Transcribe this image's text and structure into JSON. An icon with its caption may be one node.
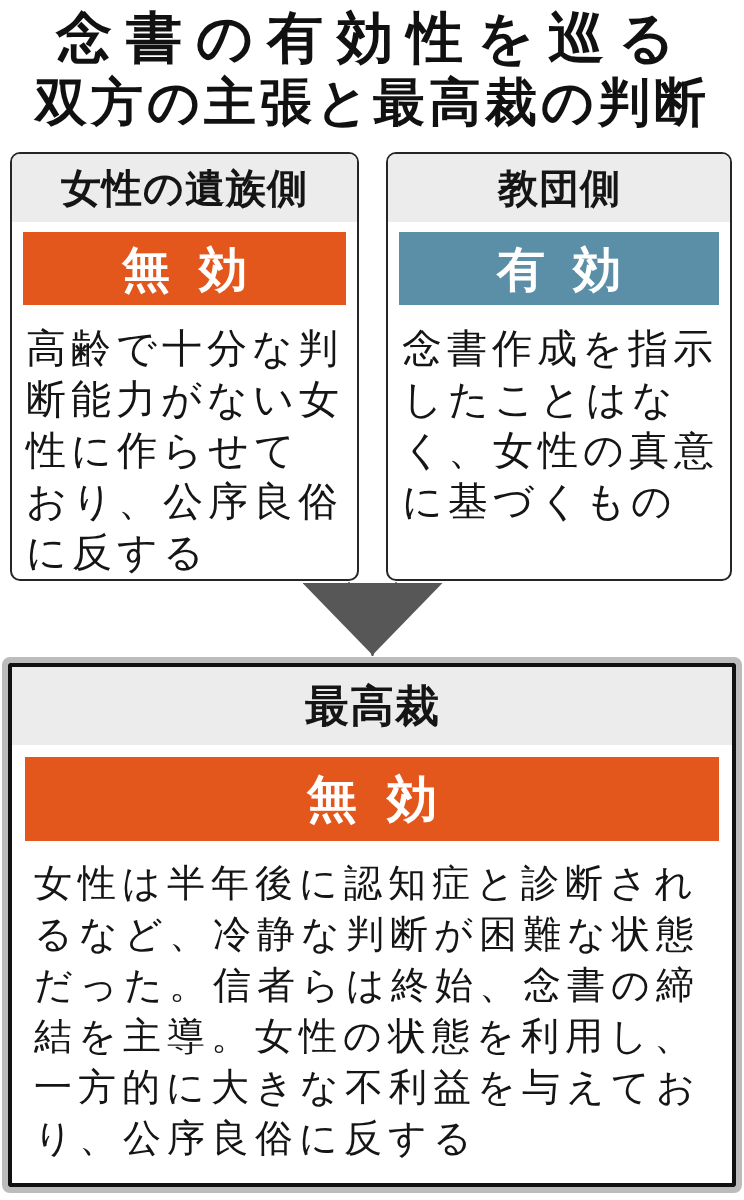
{
  "diagram": {
    "title": "念書の有効性を巡る双方の主張と最高裁の判断",
    "nodes": [
      {
        "text": [
          "女性の遺族側",
          "高齢で十分な判断能力がない女性に作らせており、公序良俗に反する"
        ]
      },
      {
        "text": [
          "無効"
        ],
        "in": 0
      },
      {
        "text": [
          "教団側",
          "念書作成を指示したことはなく、女性の真意に基づくもの"
        ]
      },
      {
        "text": [
          "有効"
        ],
        "in": 2
      },
      {
        "text": [
          "最高裁",
          "女性は半年後に認知症と診断されるなど、冷静な判断が困難な状態だった。信者らは終始、念書の締結を主導。女性の状態を利用し、一方的に大きな不利益を与えており、公序良俗に反する"
        ]
      },
      {
        "text": [
          "無効"
        ],
        "in": 4
      }
    ],
    "edges": [
      {
        "from": 0,
        "to": 4,
        "arrow": "to"
      },
      {
        "from": 2,
        "to": 4,
        "arrow": "to"
      }
    ]
  }
}
